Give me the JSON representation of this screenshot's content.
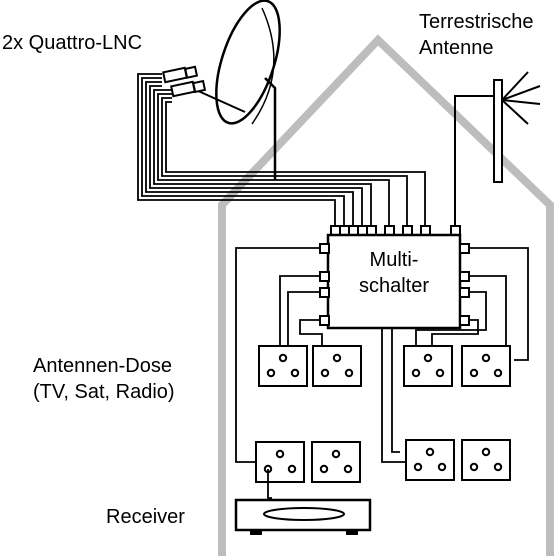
{
  "labels": {
    "lnb": "2x Quattro-LNC",
    "terrestrial_line1": "Terrestrische",
    "terrestrial_line2": "Antenne",
    "multiswitch_line1": "Multi-",
    "multiswitch_line2": "schalter",
    "socket_line1": "Antennen-Dose",
    "socket_line2": "(TV, Sat, Radio)",
    "receiver": "Receiver"
  },
  "colors": {
    "house_outline": "#bdbdbd",
    "line": "#000000",
    "background": "#ffffff"
  }
}
